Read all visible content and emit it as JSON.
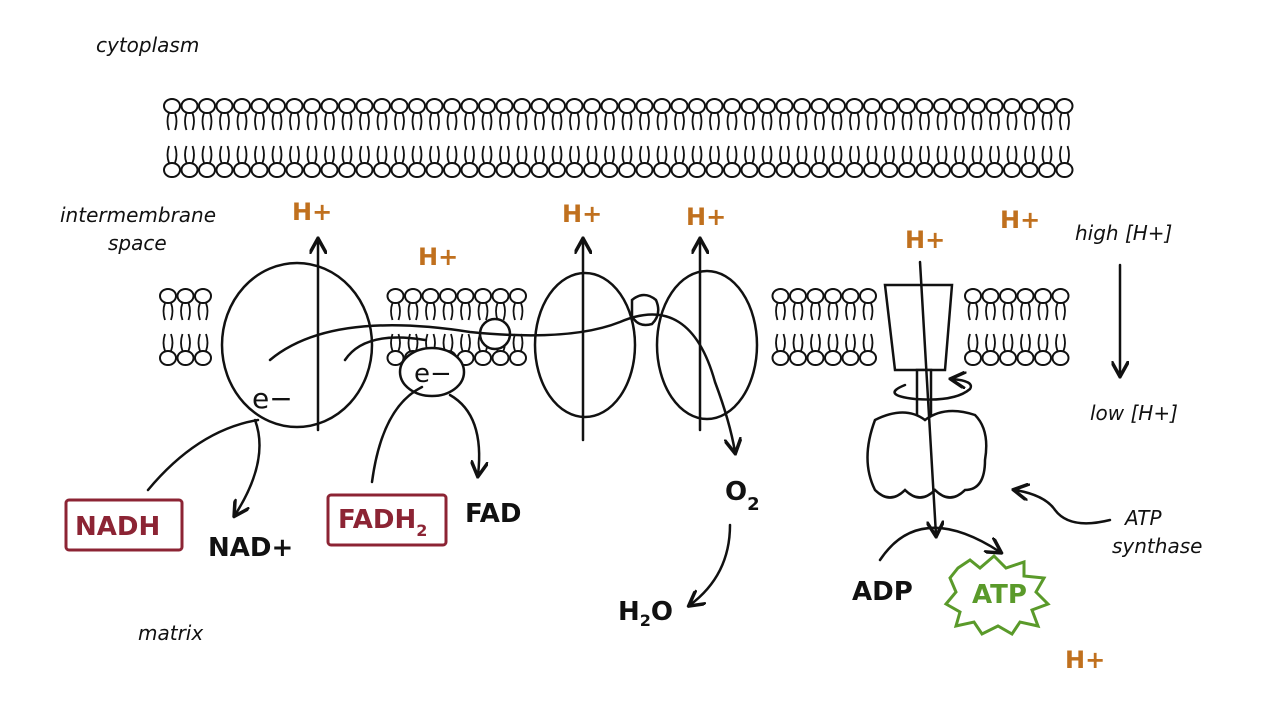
{
  "labels": {
    "cytoplasm": "cytoplasm",
    "intermembrane_1": "intermembrane",
    "intermembrane_2": "space",
    "matrix": "matrix",
    "high": "high [H+]",
    "low": "low [H+]",
    "atp_synthase_1": "ATP",
    "atp_synthase_2": "synthase"
  },
  "molecules": {
    "nadh": "NADH",
    "nad": "NAD+",
    "fadh2": "FADH",
    "fadh2_sub": "2",
    "fad": "FAD",
    "o2": "O",
    "o2_sub": "2",
    "h2o_h": "H",
    "h2o_sub": "2",
    "h2o_o": "O",
    "adp": "ADP",
    "atp": "ATP",
    "electron": "e−"
  },
  "protons": [
    "H+",
    "H+",
    "H+",
    "H+",
    "H+",
    "H+",
    "H+"
  ],
  "colors": {
    "carrier": "#8c2434",
    "product": "#5a9a2a",
    "proton": "#c0701e"
  }
}
